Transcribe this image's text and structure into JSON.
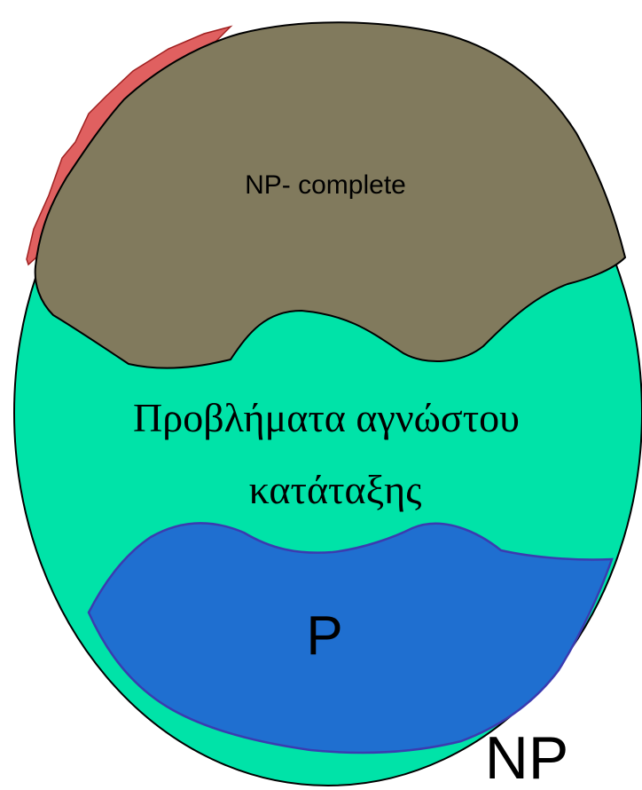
{
  "diagram": {
    "labels": {
      "np_complete": "NP- complete",
      "unknown_line1": "Προβλήματα αγνώστου",
      "unknown_line2": "κατάταξης",
      "p": "P",
      "np": "NP"
    },
    "colors": {
      "np_fill": "#00e3a8",
      "np_complete_fill": "#817a5d",
      "np_complete_edge": "#e05050",
      "p_fill": "#1f6fd0",
      "p_outline": "#3b3bb0",
      "outline": "#000000"
    }
  }
}
